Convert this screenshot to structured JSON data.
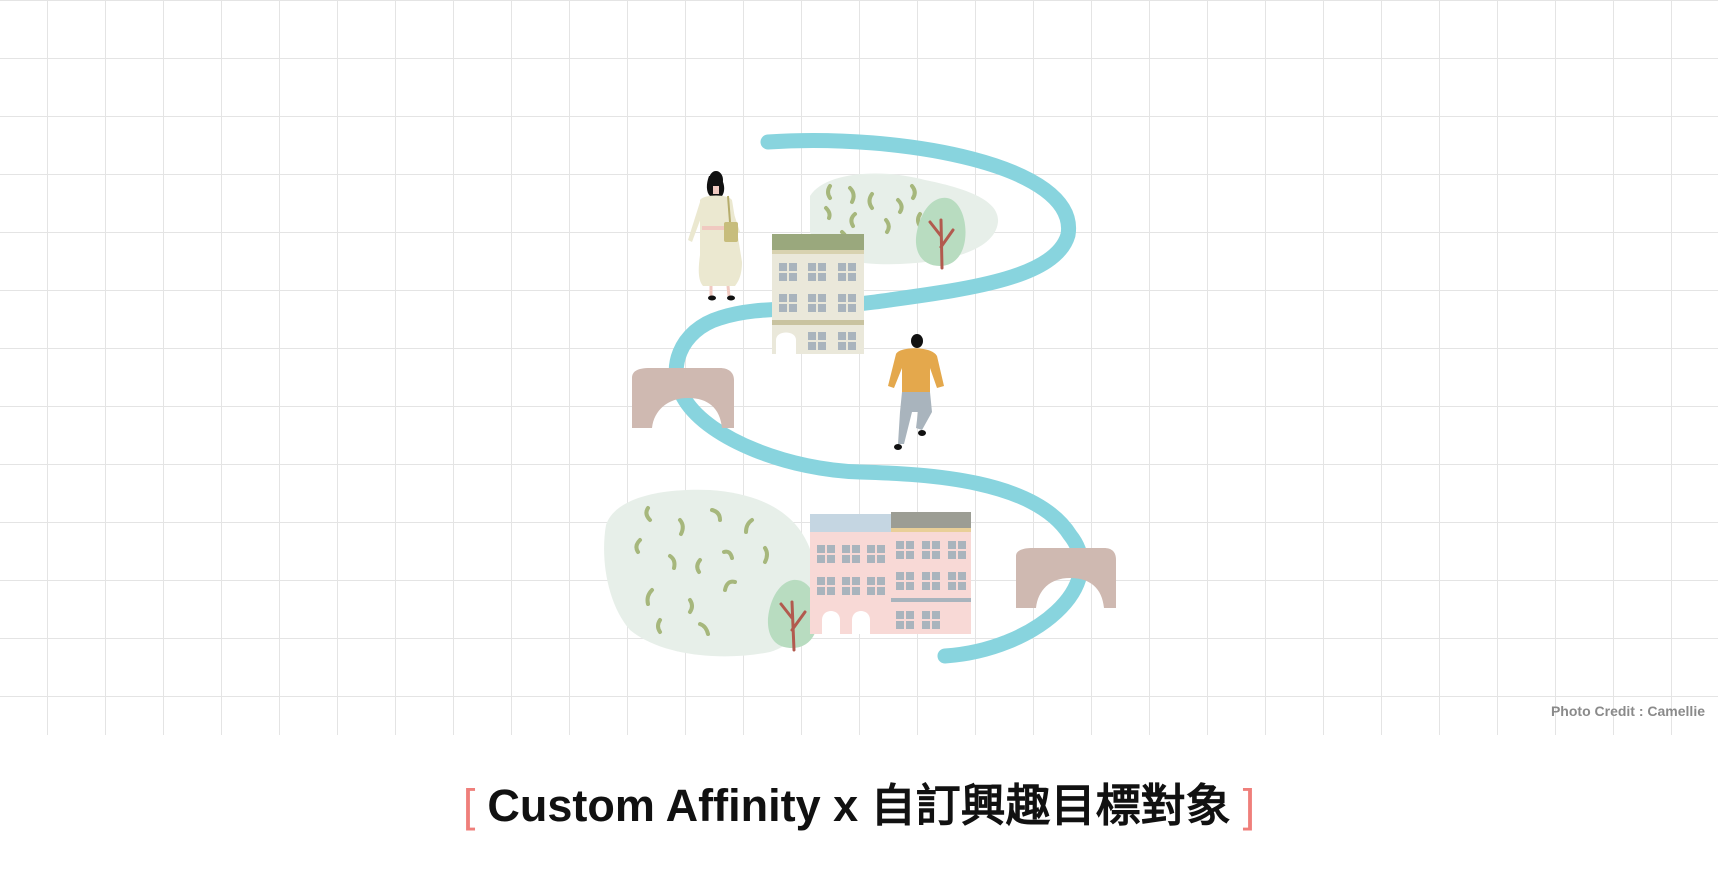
{
  "photo_credit": "Photo Credit : Camellie",
  "caption": {
    "open_bracket": "[",
    "title": "Custom Affinity x 自訂興趣目標對象",
    "close_bracket": "]"
  },
  "colors": {
    "river": "#88d4de",
    "bracket": "#ef7f7b",
    "bridge": "#cfb9b1",
    "bush": "#e7efe9",
    "tree": "#b8dcc0",
    "building_cream": "#eae8da",
    "building_pink": "#f8d9d6",
    "roof_green": "#9aa87d",
    "sweater": "#e4a84c",
    "dress": "#ebe8d0"
  },
  "icons": [
    "woman-figure",
    "man-figure",
    "river",
    "bridge-icon",
    "building-icon",
    "tree-icon",
    "bush-icon"
  ]
}
